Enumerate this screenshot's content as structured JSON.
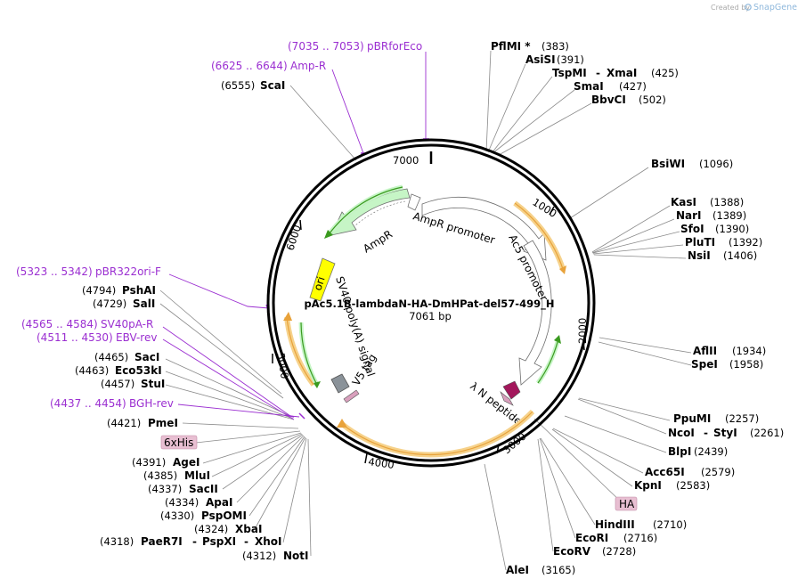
{
  "header": {
    "credit": "Created by",
    "brand": "SnapGene"
  },
  "plasmid": {
    "name": "pAc5.1B-lambdaN-HA-DmHPat-del57-499_H",
    "size": "7061 bp",
    "total_bp": 7061
  },
  "ticks": [
    "1000",
    "2000",
    "3000",
    "4000",
    "5000",
    "6000",
    "7000"
  ],
  "features": {
    "ampr_promoter": "AmpR promoter",
    "ampr": "AmpR",
    "ac5_promoter": "Ac5 promoter",
    "ori": "ori",
    "sv40_polya": "SV40 poly(A) signal",
    "v5_tag": "V5 tag",
    "lambda_n": "λ N peptide"
  },
  "sites_right": [
    {
      "name": "PflMI *",
      "pos": "(383)"
    },
    {
      "name": "AsiSI",
      "pos": "(391)"
    },
    {
      "name": "TspMI",
      "sep": "-",
      "name2": "XmaI",
      "pos": "(425)"
    },
    {
      "name": "SmaI",
      "pos": "(427)"
    },
    {
      "name": "BbvCI",
      "pos": "(502)"
    },
    {
      "name": "BsiWI",
      "pos": "(1096)"
    },
    {
      "name": "KasI",
      "pos": "(1388)"
    },
    {
      "name": "NarI",
      "pos": "(1389)"
    },
    {
      "name": "SfoI",
      "pos": "(1390)"
    },
    {
      "name": "PluTI",
      "pos": "(1392)"
    },
    {
      "name": "NsiI",
      "pos": "(1406)"
    },
    {
      "name": "AflII",
      "pos": "(1934)"
    },
    {
      "name": "SpeI",
      "pos": "(1958)"
    },
    {
      "name": "PpuMI",
      "pos": "(2257)"
    },
    {
      "name": "NcoI",
      "sep": "-",
      "name2": "StyI",
      "pos": "(2261)"
    },
    {
      "name": "BlpI",
      "pos": "(2439)"
    },
    {
      "name": "Acc65I",
      "pos": "(2579)"
    },
    {
      "name": "KpnI",
      "pos": "(2583)"
    },
    {
      "name": "HindIII",
      "pos": "(2710)"
    },
    {
      "name": "EcoRI",
      "pos": "(2716)"
    },
    {
      "name": "EcoRV",
      "pos": "(2728)"
    },
    {
      "name": "AleI",
      "pos": "(3165)"
    }
  ],
  "sites_left": [
    {
      "name": "ScaI",
      "pos": "(6555)"
    },
    {
      "name": "PshAI",
      "pos": "(4794)"
    },
    {
      "name": "SalI",
      "pos": "(4729)"
    },
    {
      "name": "SacI",
      "pos": "(4465)"
    },
    {
      "name": "Eco53kI",
      "pos": "(4463)"
    },
    {
      "name": "StuI",
      "pos": "(4457)"
    },
    {
      "name": "PmeI",
      "pos": "(4421)"
    },
    {
      "name": "AgeI",
      "pos": "(4391)"
    },
    {
      "name": "MluI",
      "pos": "(4385)"
    },
    {
      "name": "SacII",
      "pos": "(4337)"
    },
    {
      "name": "ApaI",
      "pos": "(4334)"
    },
    {
      "name": "PspOMI",
      "pos": "(4330)"
    },
    {
      "name": "XbaI",
      "pos": "(4324)"
    },
    {
      "name": "PaeR7I",
      "sep": "-",
      "name2": "PspXI",
      "sep2": "-",
      "name3": "XhoI",
      "pos": "(4318)"
    },
    {
      "name": "NotI",
      "pos": "(4312)"
    }
  ],
  "primers": [
    {
      "range": "(7035 .. 7053)",
      "name": "pBRforEco"
    },
    {
      "range": "(6625 .. 6644)",
      "name": "Amp-R"
    },
    {
      "range": "(5323 .. 5342)",
      "name": "pBR322ori-F"
    },
    {
      "range": "(4565 .. 4584)",
      "name": "SV40pA-R"
    },
    {
      "range": "(4511 .. 4530)",
      "name": "EBV-rev"
    },
    {
      "range": "(4437 .. 4454)",
      "name": "BGH-rev"
    }
  ],
  "tags": {
    "his": "6xHis",
    "ha": "HA"
  },
  "colors": {
    "backbone": "#000000",
    "promoter": "#ffffff",
    "ampr": "#c6f5c6",
    "ori": "#ffff00",
    "polya": "#8a9299",
    "v5": "#d9a0bd",
    "lambda": "#a3175c",
    "orf": "#e8a23a",
    "orf_inner": "#f6d28b",
    "green_orf": "#3a9a1f",
    "primer": "#9b2fd1"
  }
}
